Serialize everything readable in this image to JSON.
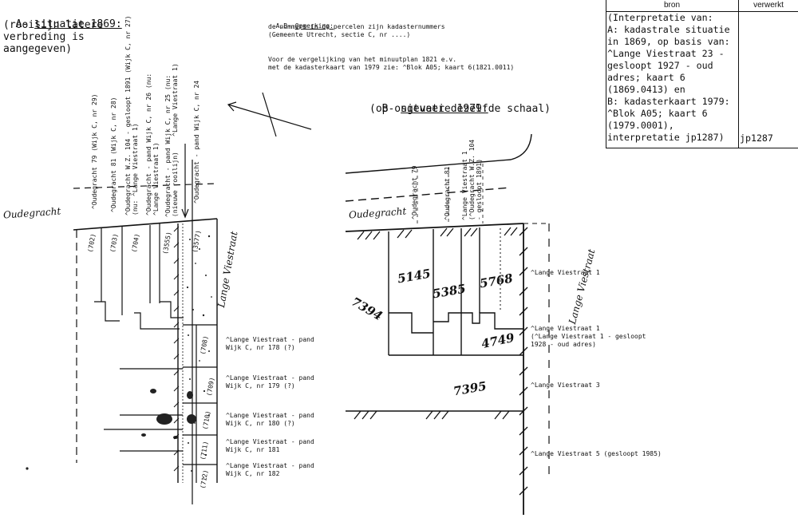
{
  "section_a": {
    "title_prefix": "A- ",
    "title": "situatie 1869:",
    "note": "(rooilijn latere\nverbreding is\naangegeven)"
  },
  "remark": {
    "heading_prefix": "A,B- ",
    "heading": "Opmerking:",
    "lines": "de nummers in de percelen zijn kadasternummers\n(Gemeente Utrecht, sectie C, nr ....)",
    "compare": "Voor de vergelijking van het minuutplan 1821 e.v.\nmet de kadasterkaart van 1979 zie: ^Blok A05; kaart 6(1821.0011)"
  },
  "section_b": {
    "title_prefix": "B- ",
    "title": "situatie 1979:",
    "note": "(op ongeveer dezelfde schaal)"
  },
  "source_table": {
    "col_bron": "bron",
    "col_verwerkt": "verwerkt",
    "text": "(Interpretatie van:\nA: kadastrale situatie\nin 1869, op basis van:\n^Lange Viestraat 23 -\ngesloopt 1927 - oud\nadres; kaart 6\n(1869.0413) en\nB: kadasterkaart 1979:\n^Blok A05; kaart 6\n(1979.0001),\ninterpretatie jp1287)",
    "ref": "jp1287"
  },
  "map_a": {
    "street_top": "Oudegracht",
    "street_side": "Lange Viestraat",
    "vertical_labels": [
      "^Oudegracht 79 (Wijk C, nr 29)",
      "^Oudegracht 81 (Wijk C, nr 28)",
      "^Oudegracht W.Z. 104 - gesloopt 1891 (Wijk C, nr 27)\n(nu: ^Lange Viestraat 1)",
      "^Oudegracht - pand Wijk C, nr 26 (nu:\n^Lange Viestraat 1)",
      "^Oudegracht - pand Wijk C, nr 25 (nu:\n(nieuwe rooilijn)    ^Lange Viestraat 1)",
      "^Oudegracht - pand Wijk C, nr 24"
    ],
    "parcels": [
      "(702)",
      "(703)",
      "(704)",
      "(3555)",
      "(3577)",
      "(708)",
      "(709)",
      "(710)",
      "(711)",
      "(712)"
    ],
    "right_labels": [
      "^Lange Viestraat - pand\nWijk C, nr 178 (?)",
      "^Lange Viestraat - pand\nWijk C, nr 179 (?)",
      "^Lange Viestraat - pand\nWijk C, nr 180 (?)",
      "^Lange Viestraat - pand\nWijk C, nr 181",
      "^Lange Viestraat - pand\nWijk C, nr 182"
    ]
  },
  "map_b": {
    "street_top": "Oudegracht",
    "street_side": "Lange Viestraat",
    "vertical_labels": [
      "^Oudegracht 79",
      "^Oudegracht 81",
      "^Lange Viestraat 1\n(^Oudegracht W.Z. 104\n- gesloopt 1891)"
    ],
    "parcels": [
      "5145",
      "5385",
      "5768",
      "7394",
      "4749",
      "7395"
    ],
    "right_labels": [
      "^Lange Viestraat 1",
      "^Lange Viestraat 1\n(^Lange Viestraat 1 - gesloopt\n1928 - oud adres)",
      "^Lange Viestraat 3",
      "^Lange Viestraat 5 (gesloopt 1985)"
    ]
  }
}
